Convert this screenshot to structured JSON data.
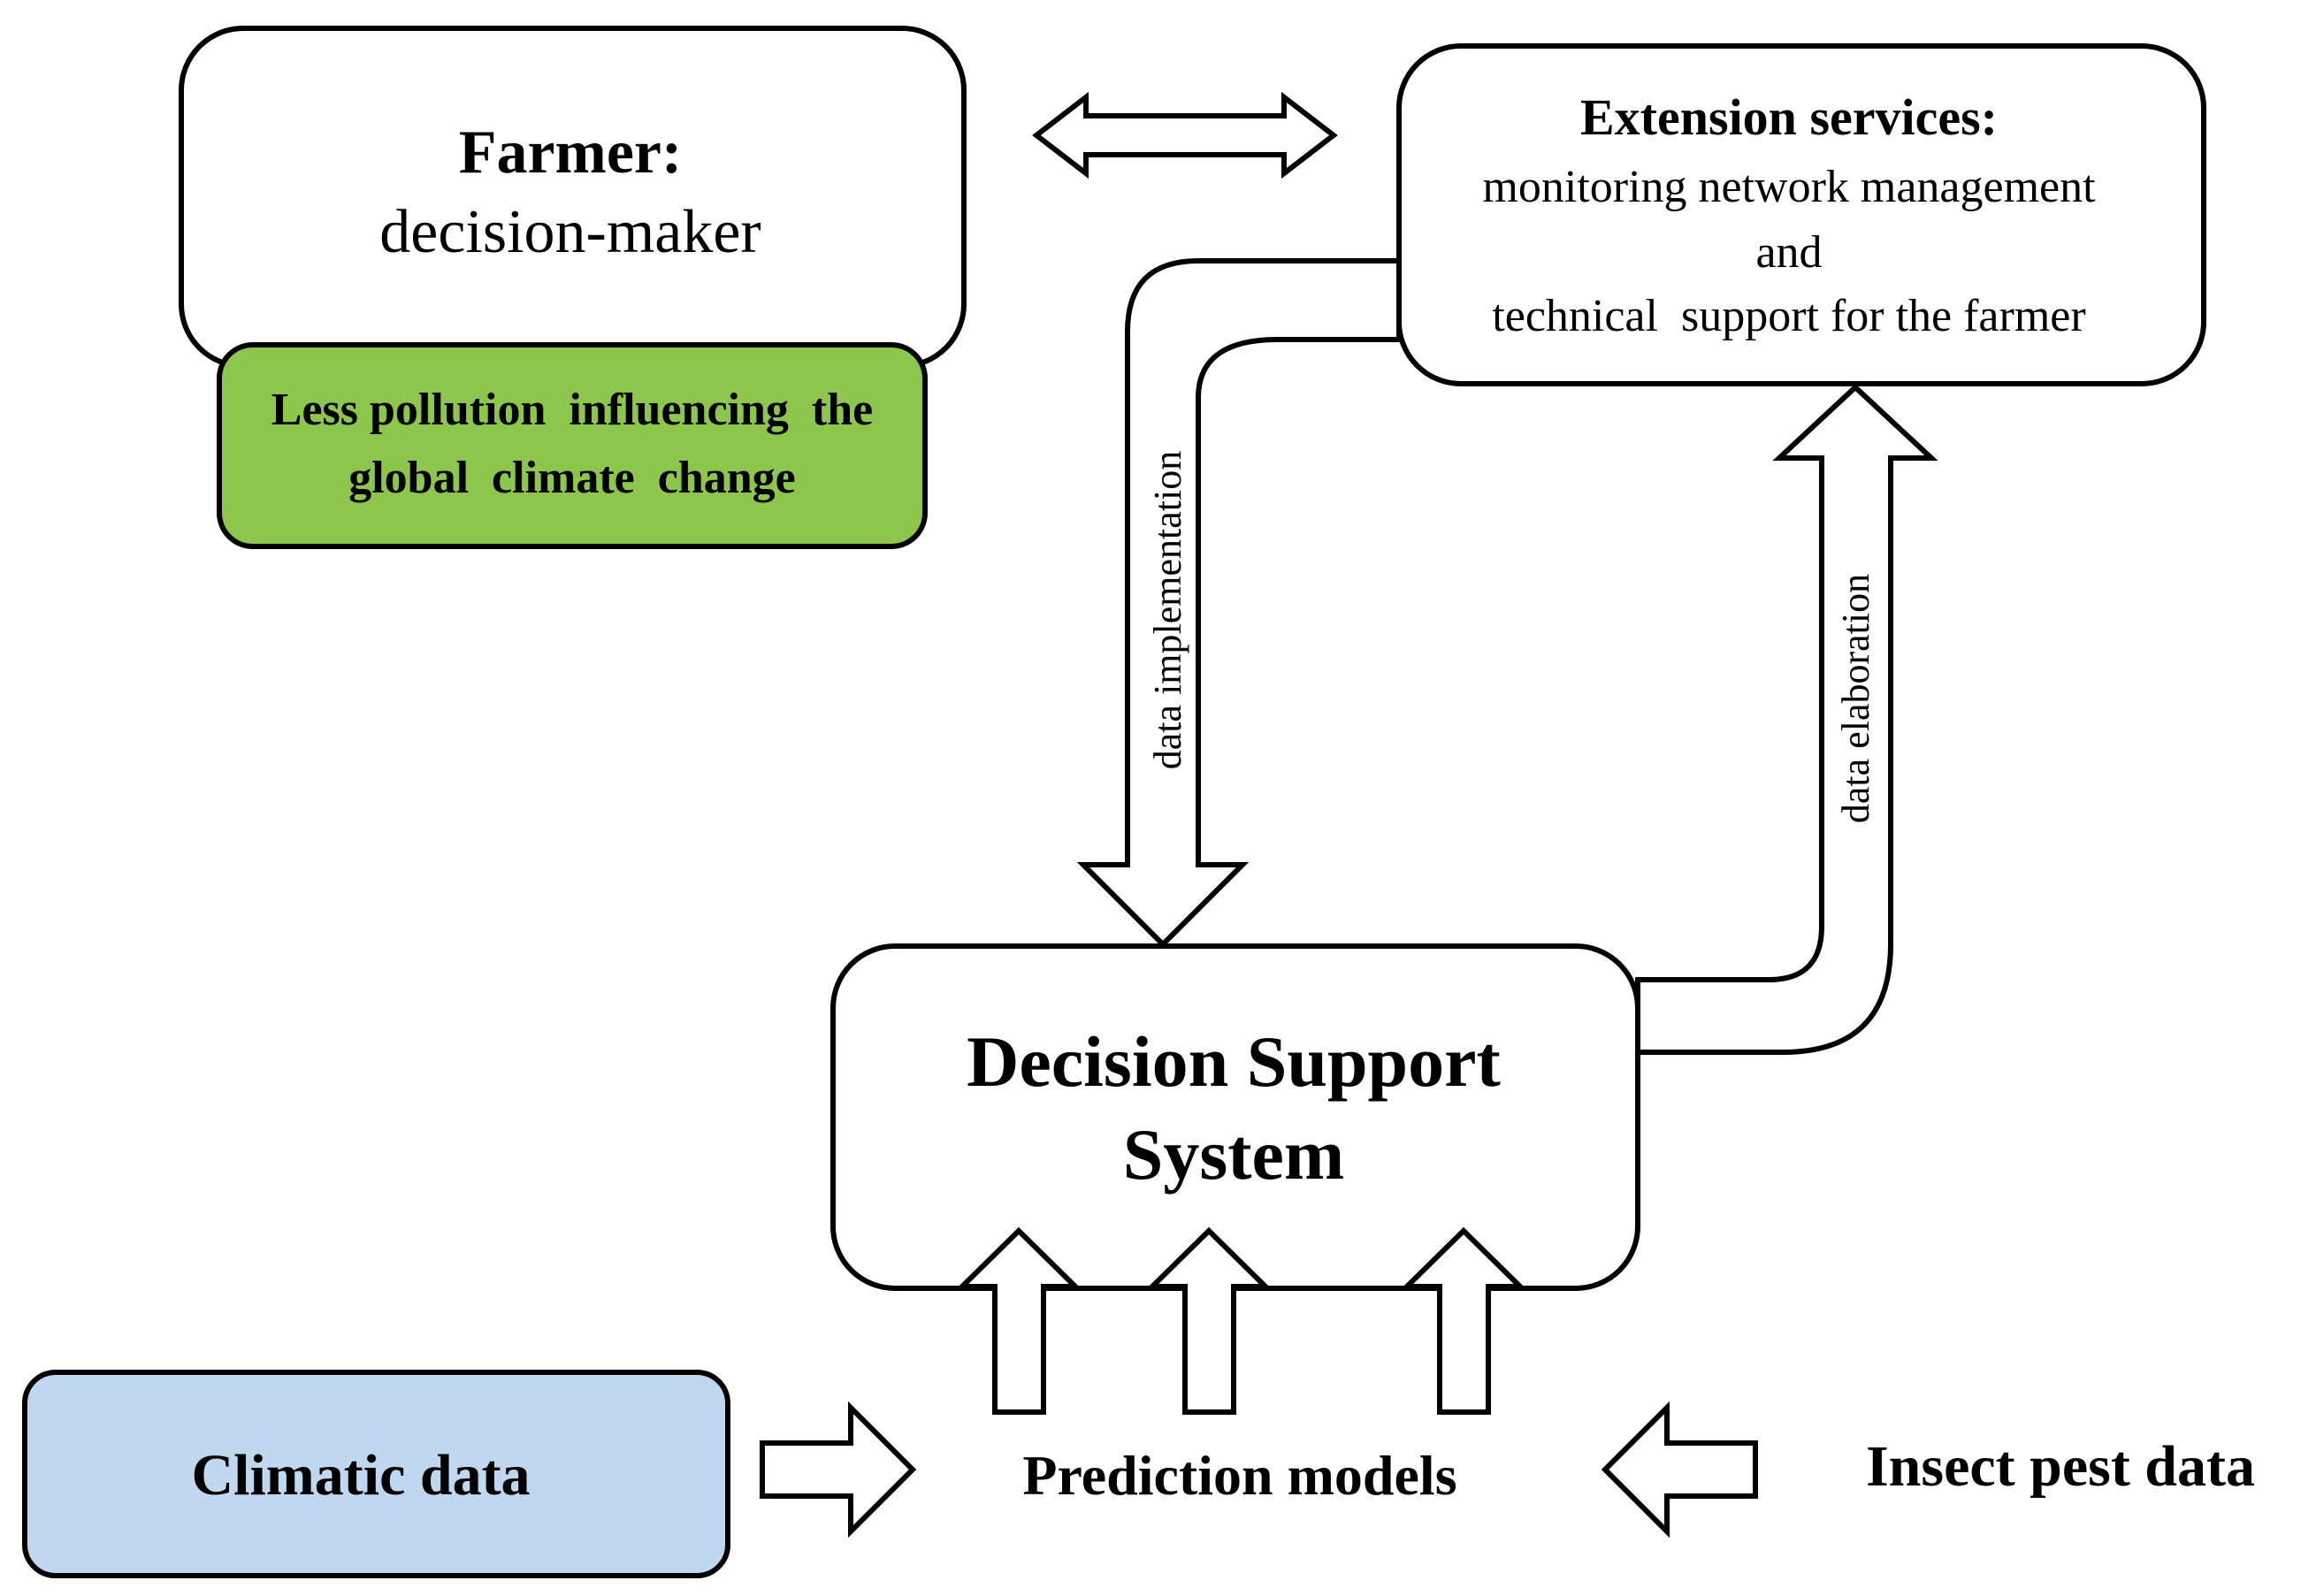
{
  "colors": {
    "outcome_fill": "#8dc64c",
    "climatic_fill": "#bfd7ef",
    "box_fill": "#ffffff",
    "stroke": "#000000"
  },
  "farmer": {
    "title": "Farmer:",
    "subtitle": "decision-maker"
  },
  "outcome": {
    "line1": "Less pollution  influencing  the",
    "line2": "global  climate  change"
  },
  "extension": {
    "title": "Extension services:",
    "line1": "monitoring network management",
    "line2": "and",
    "line3": "technical  support for the farmer"
  },
  "dss": {
    "line1": "Decision Support",
    "line2": "System"
  },
  "flows": {
    "implementation_label": "data implementation",
    "elaboration_label": "data elaboration"
  },
  "inputs": {
    "climatic": "Climatic data",
    "prediction": "Prediction models",
    "insect": "Insect pest data"
  }
}
